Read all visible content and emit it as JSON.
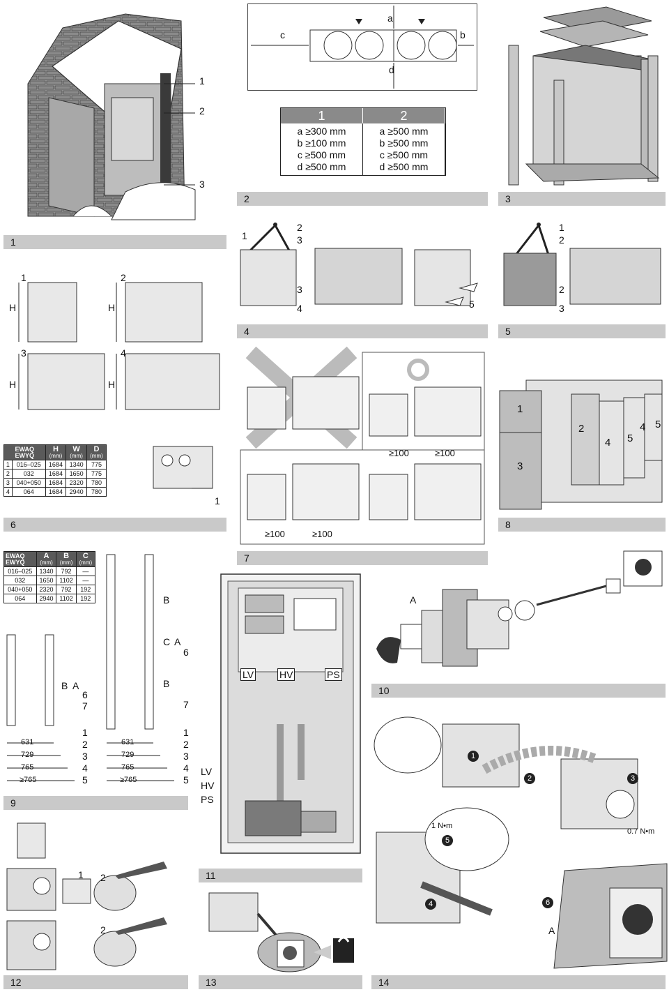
{
  "sections": {
    "s1": "1",
    "s2": "2",
    "s3": "3",
    "s4": "4",
    "s5": "5",
    "s6": "6",
    "s7": "7",
    "s8": "8",
    "s9": "9",
    "s10": "10",
    "s11": "11",
    "s12": "12",
    "s13": "13",
    "s14": "14"
  },
  "fig1": {
    "c1": "1",
    "c2": "2",
    "c3": "3"
  },
  "fig2": {
    "dim_a": "a",
    "dim_b": "b",
    "dim_c": "c",
    "dim_d": "d",
    "table": {
      "headers": [
        "1",
        "2"
      ],
      "col1": [
        "a ≥300 mm",
        "b ≥100 mm",
        "c ≥500 mm",
        "d ≥500 mm"
      ],
      "col2": [
        "a ≥500 mm",
        "b ≥500 mm",
        "c ≥500 mm",
        "d ≥500 mm"
      ]
    }
  },
  "fig4": {
    "c1": "1",
    "c2": "2",
    "c3": "3",
    "c3b": "3",
    "c4": "4",
    "c5": "5"
  },
  "fig5": {
    "c1": "1",
    "c2": "2",
    "c2b": "2",
    "c3": "3"
  },
  "fig6": {
    "units": [
      {
        "num": "1",
        "h": "H"
      },
      {
        "num": "2",
        "h": "H"
      },
      {
        "num": "3",
        "h": "H"
      },
      {
        "num": "4",
        "h": "H"
      }
    ],
    "callout": "1",
    "table": {
      "model_a": "EWAQ",
      "model_b": "EWYQ",
      "cols": [
        "H",
        "W",
        "D"
      ],
      "unit": "(mm)",
      "rows": [
        [
          "1",
          "016–025",
          "1684",
          "1340",
          "775"
        ],
        [
          "2",
          "032",
          "1684",
          "1650",
          "775"
        ],
        [
          "3",
          "040+050",
          "1684",
          "2320",
          "780"
        ],
        [
          "4",
          "064",
          "1684",
          "2940",
          "780"
        ]
      ]
    }
  },
  "fig7": {
    "d1": "≥100",
    "d2": "≥100",
    "d3": "≥100",
    "d4": "≥100"
  },
  "fig8": {
    "p1": "1",
    "p2": "2",
    "p3": "3",
    "p4": "4",
    "p4b": "4",
    "p5": "5",
    "p5b": "5"
  },
  "fig9": {
    "table": {
      "model_a": "EWAQ",
      "model_b": "EWYQ",
      "cols": [
        "A",
        "B",
        "C"
      ],
      "unit": "(mm)",
      "rows": [
        [
          "016–025",
          "1340",
          "792",
          "—"
        ],
        [
          "032",
          "1650",
          "1102",
          "—"
        ],
        [
          "040+050",
          "2320",
          "792",
          "192"
        ],
        [
          "064",
          "2940",
          "1102",
          "192"
        ]
      ]
    },
    "left": {
      "B": "B",
      "A": "A",
      "n6": "6",
      "n7": "7",
      "n1": "1",
      "n2": "2",
      "n3": "3",
      "n4": "4",
      "n5": "5",
      "d1": "631",
      "d2": "729",
      "d3": "765",
      "d4": "≥765"
    },
    "right": {
      "B": "B",
      "C": "C",
      "A": "A",
      "B2": "B",
      "n6": "6",
      "n7": "7",
      "n1": "1",
      "n2": "2",
      "n3": "3",
      "n4": "4",
      "n5": "5",
      "d1": "631",
      "d2": "729",
      "d3": "765",
      "d4": "≥765"
    }
  },
  "fig10": {
    "A": "A"
  },
  "fig11": {
    "LV": "LV",
    "HV": "HV",
    "PS": "PS",
    "LV2": "LV",
    "HV2": "HV",
    "PS2": "PS"
  },
  "fig12": {
    "c1": "1",
    "c2": "2",
    "c2b": "2"
  },
  "fig14": {
    "s1": "1",
    "s2": "2",
    "s3": "3",
    "s4": "4",
    "s5": "5",
    "s6": "6",
    "torque1": "1 N•m",
    "torque2": "0.7 N•m",
    "A": "A"
  },
  "colors": {
    "bar": "#c9c9c9",
    "table_header": "#5a5a5a",
    "grey": "#8a8a8a"
  }
}
